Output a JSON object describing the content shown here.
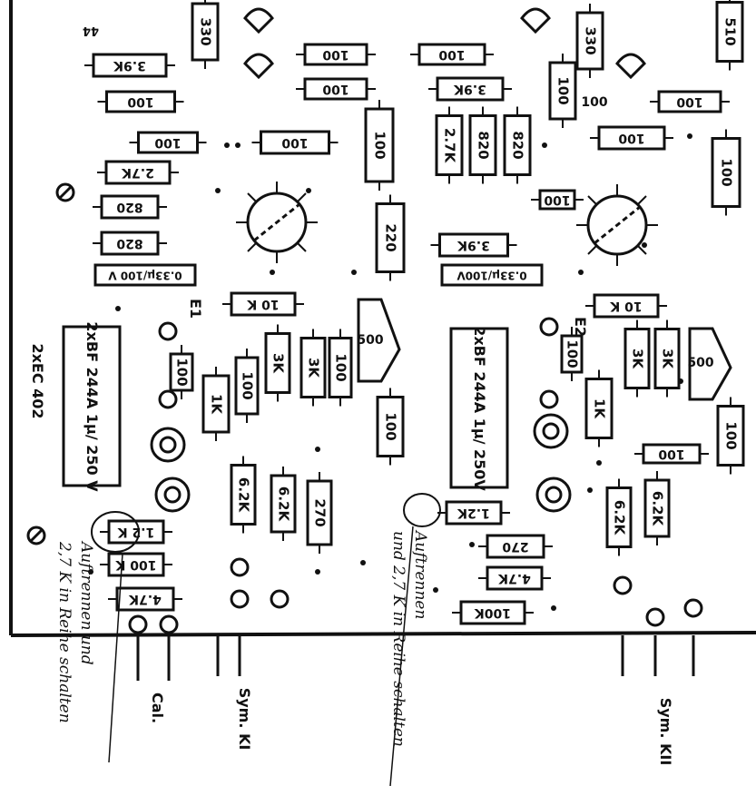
{
  "board": {
    "tube_label": "2xEC 402",
    "ch1_label": "E1",
    "ch2_label": "E2"
  },
  "capacitors": [
    {
      "id": "c1",
      "text": "2xBF 244A 1µ/ 250 V"
    },
    {
      "id": "c2",
      "text": "2xBF 244A 1µ/ 250V"
    },
    {
      "id": "c3",
      "text": "0.33µ/100 V"
    },
    {
      "id": "c4",
      "text": "0.33µ/100V"
    }
  ],
  "resistors": [
    {
      "id": "r1",
      "value": "330"
    },
    {
      "id": "r2",
      "value": "3.9K"
    },
    {
      "id": "r3",
      "value": "100"
    },
    {
      "id": "r4",
      "value": "100"
    },
    {
      "id": "r5",
      "value": "100"
    },
    {
      "id": "r6",
      "value": "100"
    },
    {
      "id": "r7",
      "value": "2.7K"
    },
    {
      "id": "r8",
      "value": "820"
    },
    {
      "id": "r9",
      "value": "820"
    },
    {
      "id": "r10",
      "value": "100"
    },
    {
      "id": "r11",
      "value": "220"
    },
    {
      "id": "r12",
      "value": "10 K"
    },
    {
      "id": "r13",
      "value": "3K"
    },
    {
      "id": "r14",
      "value": "3K"
    },
    {
      "id": "r15",
      "value": "100"
    },
    {
      "id": "r16",
      "value": "100"
    },
    {
      "id": "r17",
      "value": "1K"
    },
    {
      "id": "r18",
      "value": "100"
    },
    {
      "id": "r19",
      "value": "100"
    },
    {
      "id": "r20",
      "value": "6.2K"
    },
    {
      "id": "r21",
      "value": "6.2K"
    },
    {
      "id": "r22",
      "value": "270"
    },
    {
      "id": "r23",
      "value": "1.2 K"
    },
    {
      "id": "r24",
      "value": "100 K"
    },
    {
      "id": "r25",
      "value": "4.7K"
    },
    {
      "id": "r26",
      "value": "100"
    },
    {
      "id": "r27",
      "value": "100"
    },
    {
      "id": "r28",
      "value": "330"
    },
    {
      "id": "r29",
      "value": "510"
    },
    {
      "id": "r30",
      "value": "100"
    },
    {
      "id": "r31",
      "value": "3.9K"
    },
    {
      "id": "r32",
      "value": "100"
    },
    {
      "id": "r33",
      "value": "2.7K"
    },
    {
      "id": "r34",
      "value": "820"
    },
    {
      "id": "r35",
      "value": "820"
    },
    {
      "id": "r36",
      "value": "100"
    },
    {
      "id": "r37",
      "value": "100"
    },
    {
      "id": "r38",
      "value": "100"
    },
    {
      "id": "r39",
      "value": "3.9K"
    },
    {
      "id": "r40",
      "value": "10 K"
    },
    {
      "id": "r41",
      "value": "500"
    },
    {
      "id": "r42",
      "value": "3K"
    },
    {
      "id": "r43",
      "value": "3K"
    },
    {
      "id": "r44",
      "value": "100"
    },
    {
      "id": "r45",
      "value": "1K"
    },
    {
      "id": "r46",
      "value": "100"
    },
    {
      "id": "r47",
      "value": "100"
    },
    {
      "id": "r48",
      "value": "6.2K"
    },
    {
      "id": "r49",
      "value": "6.2K"
    },
    {
      "id": "r50",
      "value": "1.2K"
    },
    {
      "id": "r51",
      "value": "270"
    },
    {
      "id": "r52",
      "value": "4.7K"
    },
    {
      "id": "r53",
      "value": "100K"
    },
    {
      "id": "r54",
      "value": "500"
    },
    {
      "id": "r55",
      "value": "100"
    }
  ],
  "terminals": {
    "cal": "Cal.",
    "sym1": "Sym. KI",
    "sym2": "Sym. KII"
  },
  "notes": {
    "note1_line1": "Auftrennen und",
    "note1_line2": "2,7 K in Reihe schalten",
    "note2_line1": "Auftrennen",
    "note2_line2": "und 2,7 K in Reihe schalten"
  },
  "partial_top": {
    "a": "44"
  }
}
